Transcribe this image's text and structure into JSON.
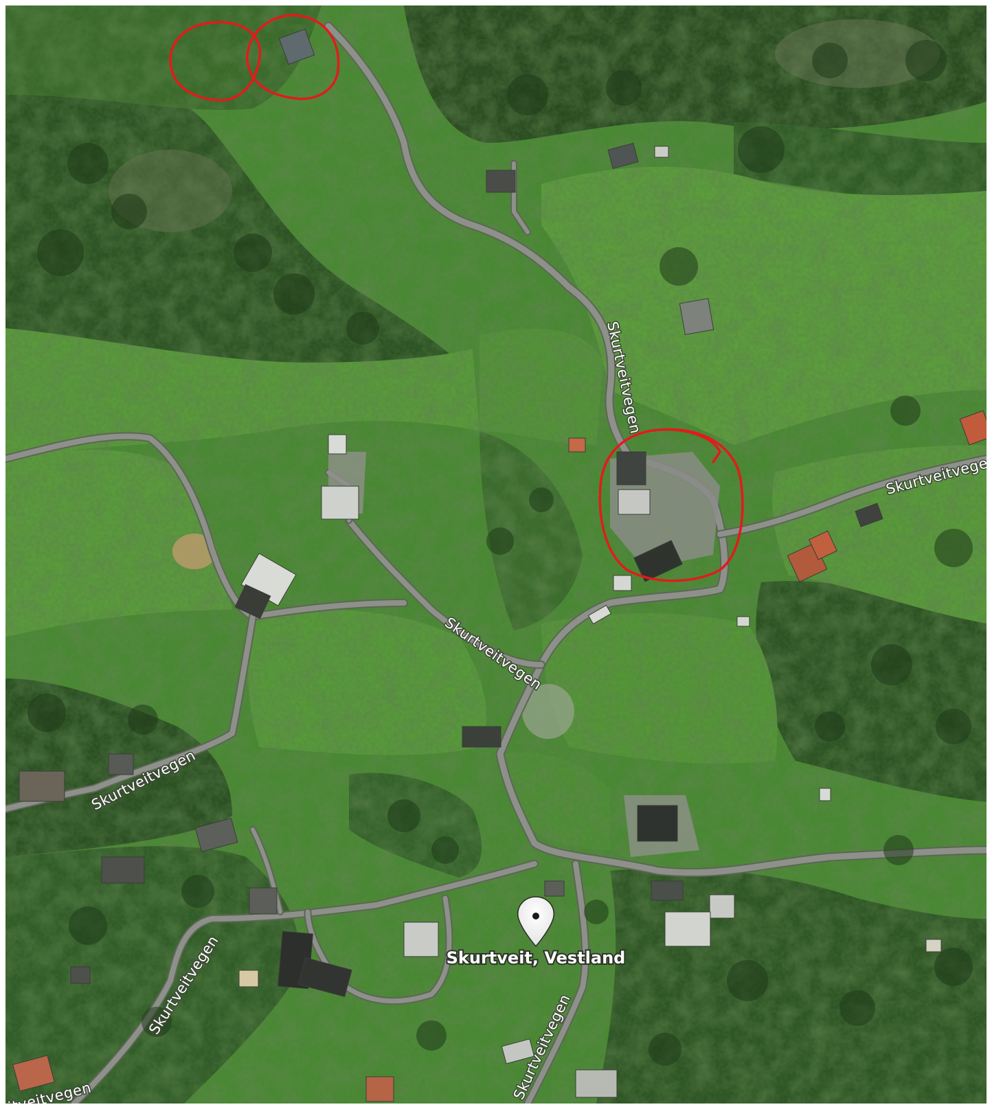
{
  "map": {
    "view": "satellite",
    "place_marker": {
      "label": "Skurtveit, Vestland",
      "icon": "map-pin-icon"
    },
    "road_labels": [
      "Skurtveitvegen",
      "Skurtveitvegen",
      "Skurtveitvegen",
      "Skurtveitvegen",
      "Skurtveitvegen",
      "Skurtveitvegen",
      "itveitvegen"
    ],
    "annotations": {
      "count": 3,
      "color": "#e21b1b",
      "shape": "hand-drawn circle"
    },
    "colors": {
      "grass_light": "#4f8f35",
      "grass_dark": "#2f5e24",
      "forest": "#24451c",
      "road": "#8d918a",
      "annotation": "#e21b1b"
    }
  }
}
